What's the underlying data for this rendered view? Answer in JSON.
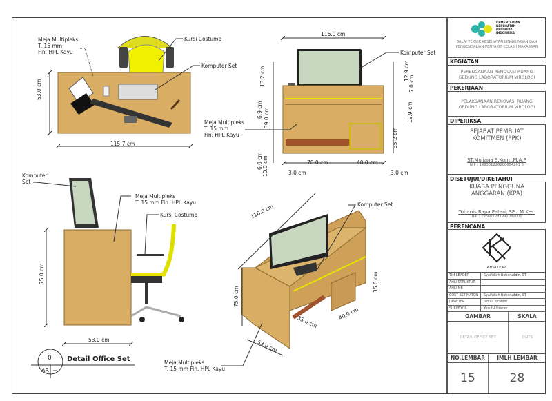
{
  "drawing": {
    "title": "Detail Office Set",
    "tag_number": "0",
    "tag_sheet": "AR",
    "tag_ref": "--",
    "colors": {
      "wood": "#d9ad63",
      "accent_yellow": "#e8e400",
      "rail": "#a0522d",
      "frame": "#444444"
    },
    "top_view": {
      "label_table": "Meja Multipleks\nT. 15 mm\nFin. HPL Kayu",
      "label_chair": "Kursi Costume",
      "label_computer": "Komputer Set",
      "dim_width": "115.7 cm",
      "dim_depth": "53.0 cm"
    },
    "front_view": {
      "label_computer": "Komputer Set",
      "label_table": "Meja Multipleks\nT. 15 mm\nFin. HPL Kayu",
      "dim_width": "116.0 cm",
      "dim_left": [
        "13.2 cm",
        "6.9 cm",
        "39.0 cm",
        "6.0 cm",
        "10.0 cm"
      ],
      "dim_right": [
        "12.9 cm",
        "7.0 cm",
        "19.9 cm",
        "35.2 cm"
      ],
      "dim_bottom": [
        "3.0 cm",
        "70.0 cm",
        "40.0 cm",
        "3.0 cm"
      ]
    },
    "side_view": {
      "label_computer": "Komputer\nSet",
      "label_table": "Meja Multipleks\nT. 15 mm Fin. HPL Kayu",
      "label_chair": "Kursi Costume",
      "dim_height": "75.0 cm",
      "dim_depth": "53.0 cm"
    },
    "iso_view": {
      "label_computer": "Komputer Set",
      "label_table": "Meja Multipleks\nT. 15 mm Fin. HPL Kayu",
      "dim_width": "116.0 cm",
      "dim_height": "75.0 cm",
      "dim_depth": "53.0 cm",
      "dim_knee": "35.0 cm",
      "dim_drawer_w": "40.0 cm",
      "dim_drawer_h": "35.0 cm"
    }
  },
  "title_block": {
    "ministry": "KEMENTERIAN\nKESEHATAN\nREPUBLIK\nINDONESIA",
    "institution": "BALAI TEKNIK KESEHATAN LINGKUNGAN DAN PENGENDALIAN PENYAKIT KELAS I MAKASSAR",
    "kegiatan_label": "KEGIATAN",
    "kegiatan": "PERENCANAAN RENOVASI RUANG GEDUNG LABORATORIUM VIROLOGI",
    "pekerjaan_label": "PEKERJAAN",
    "pekerjaan": "PELAKSANAAN RENOVASI RUANG GEDUNG LABORATORIUM VIROLOGI",
    "diperiksa_label": "DIPERIKSA",
    "diperiksa_role": "PEJABAT PEMBUAT KOMITMEN (PPK)",
    "diperiksa_name": "ST.Muliana S.Kom.,M.A.P",
    "diperiksa_nip": "NIP : 198301226200604201 5",
    "disetujui_label": "DISETUJUI/DIKETAHUI",
    "disetujui_role": "KUASA PENGGUNA ANGGARAN (KPA)",
    "disetujui_name": "Yohanis Rapa Patari, SE., M.Kes.",
    "disetujui_nip": "NIP : 196607281992031001",
    "perencana_label": "PERENCANA",
    "firm": "ARSITEKA",
    "team": [
      {
        "role": "TIM LEADER",
        "name": "Syaifullah Baharuddin, ST"
      },
      {
        "role": "AHLI STRUKTUR",
        "name": ""
      },
      {
        "role": "AHLI ME",
        "name": ""
      },
      {
        "role": "COST ESTIMATOR",
        "name": "Syaifullah Baharuddin, ST"
      },
      {
        "role": "DRAFTER",
        "name": "Ismail Ibrahim"
      },
      {
        "role": "SURVEYOR",
        "name": "Yusuf Al Imran"
      }
    ],
    "gambar_label": "GAMBAR",
    "skala_label": "SKALA",
    "gambar": "DETAIL OFFICE SET",
    "skala": "1:NTS",
    "no_lembar_label": "NO.LEMBAR",
    "jmlh_lembar_label": "JMLH LEMBAR",
    "no_lembar": "15",
    "jmlh_lembar": "28"
  }
}
